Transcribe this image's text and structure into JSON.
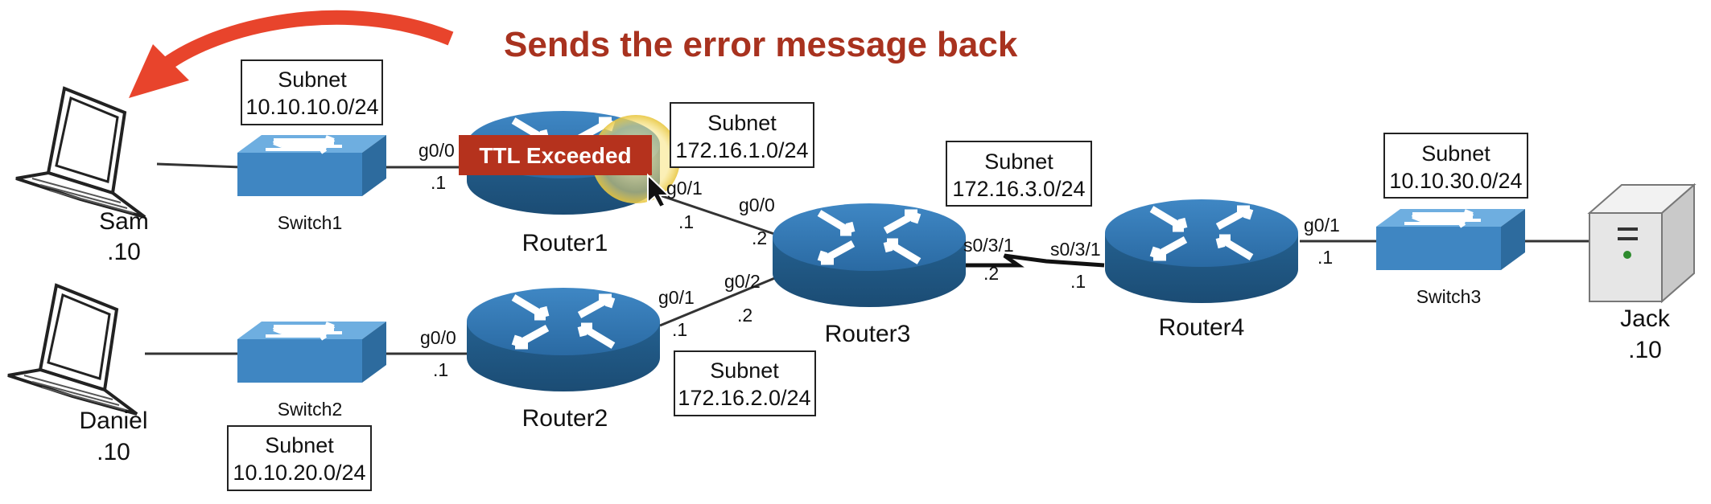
{
  "heading": "Sends the error message back",
  "ttl_banner": "TTL Exceeded",
  "subnets": {
    "s1": {
      "title": "Subnet",
      "cidr": "10.10.10.0/24"
    },
    "s2": {
      "title": "Subnet",
      "cidr": "172.16.1.0/24"
    },
    "s3": {
      "title": "Subnet",
      "cidr": "172.16.3.0/24"
    },
    "s4": {
      "title": "Subnet",
      "cidr": "10.10.30.0/24"
    },
    "s5": {
      "title": "Subnet",
      "cidr": "172.16.2.0/24"
    },
    "s6": {
      "title": "Subnet",
      "cidr": "10.10.20.0/24"
    }
  },
  "hosts": {
    "sam": {
      "name": "Sam",
      "addr": ".10"
    },
    "daniel": {
      "name": "Daniel",
      "addr": ".10"
    },
    "jack": {
      "name": "Jack",
      "addr": ".10"
    }
  },
  "switches": {
    "sw1": "Switch1",
    "sw2": "Switch2",
    "sw3": "Switch3"
  },
  "routers": {
    "r1": "Router1",
    "r2": "Router2",
    "r3": "Router3",
    "r4": "Router4"
  },
  "interfaces": {
    "r1_g00": "g0/0",
    "r1_g00_ip": ".1",
    "r1_g01": "g0/1",
    "r1_g01_ip": ".1",
    "r3_g00": "g0/0",
    "r3_g00_ip": ".2",
    "r2_g00": "g0/0",
    "r2_g00_ip": ".1",
    "r2_g01": "g0/1",
    "r2_g01_ip": ".1",
    "r3_g02": "g0/2",
    "r3_g02_ip": ".2",
    "r3_s031": "s0/3/1",
    "r3_s031_ip": ".2",
    "r4_s031": "s0/3/1",
    "r4_s031_ip": ".1",
    "r4_g01": "g0/1",
    "r4_g01_ip": ".1"
  },
  "colors": {
    "arrow": "#e8442c",
    "heading": "#a8321f",
    "banner": "#b5321d",
    "device": "#2b6aa1",
    "switch": "#4d92c9"
  }
}
